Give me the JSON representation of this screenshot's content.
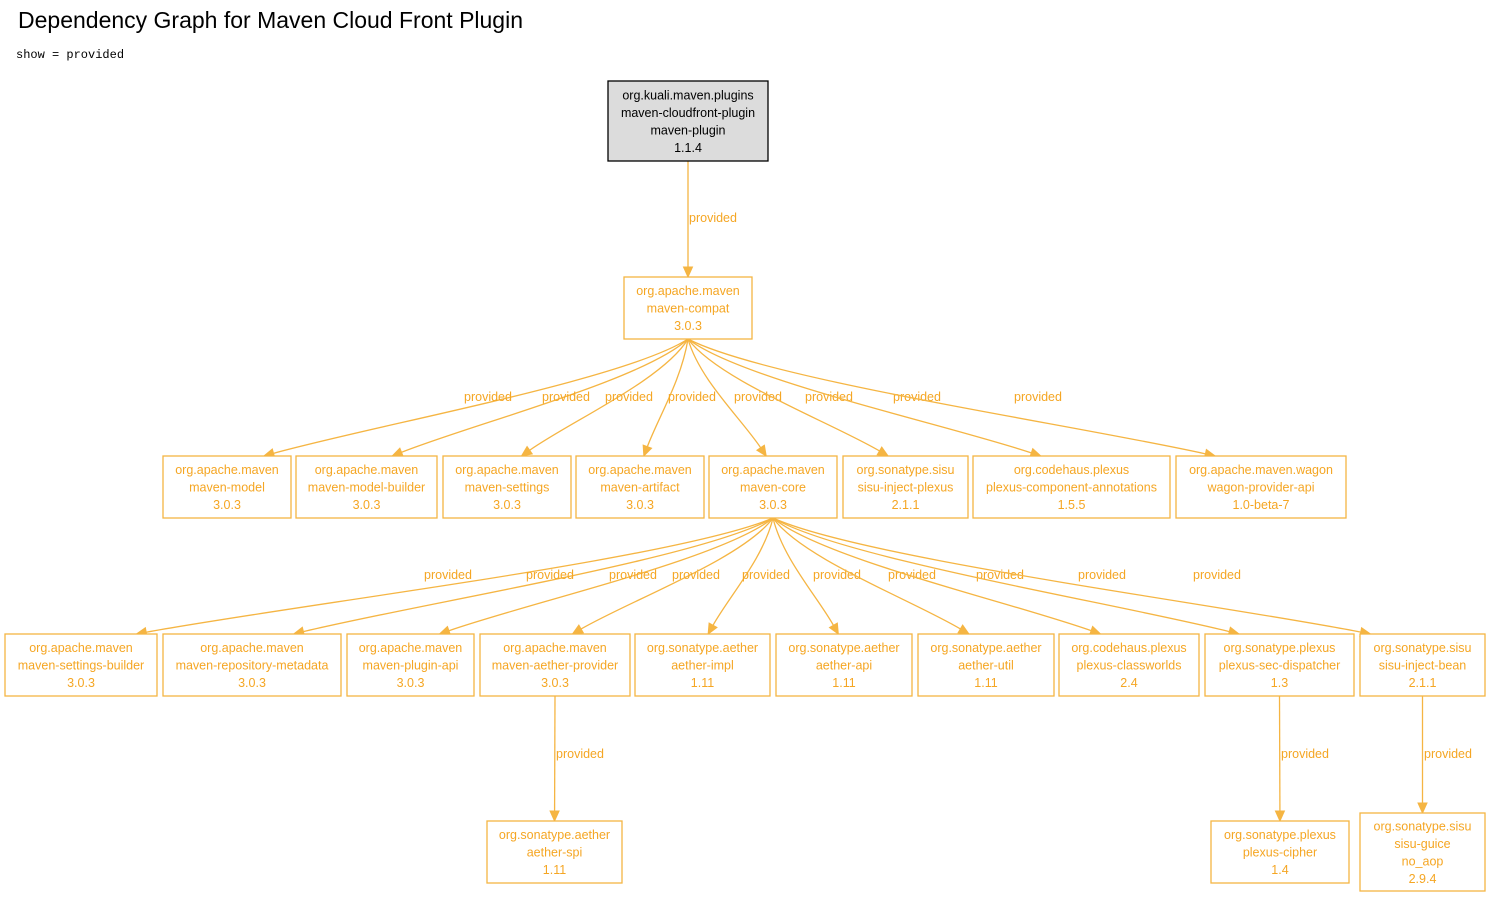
{
  "title": "Dependency Graph for Maven Cloud Front Plugin",
  "subtitle": "show = provided",
  "colors": {
    "edge": "#f5b543",
    "node_text": "#f5a623",
    "root_fill": "#dcdcdc",
    "root_stroke": "#000000"
  },
  "nodes": [
    {
      "id": "root",
      "root": true,
      "lines": [
        "org.kuali.maven.plugins",
        "maven-cloudfront-plugin",
        "maven-plugin",
        "1.1.4"
      ]
    },
    {
      "id": "compat",
      "lines": [
        "org.apache.maven",
        "maven-compat",
        "3.0.3"
      ]
    },
    {
      "id": "model",
      "lines": [
        "org.apache.maven",
        "maven-model",
        "3.0.3"
      ]
    },
    {
      "id": "modelbuilder",
      "lines": [
        "org.apache.maven",
        "maven-model-builder",
        "3.0.3"
      ]
    },
    {
      "id": "settings",
      "lines": [
        "org.apache.maven",
        "maven-settings",
        "3.0.3"
      ]
    },
    {
      "id": "artifact",
      "lines": [
        "org.apache.maven",
        "maven-artifact",
        "3.0.3"
      ]
    },
    {
      "id": "core",
      "lines": [
        "org.apache.maven",
        "maven-core",
        "3.0.3"
      ]
    },
    {
      "id": "sisuplexus",
      "lines": [
        "org.sonatype.sisu",
        "sisu-inject-plexus",
        "2.1.1"
      ]
    },
    {
      "id": "compann",
      "lines": [
        "org.codehaus.plexus",
        "plexus-component-annotations",
        "1.5.5"
      ]
    },
    {
      "id": "wagon",
      "lines": [
        "org.apache.maven.wagon",
        "wagon-provider-api",
        "1.0-beta-7"
      ]
    },
    {
      "id": "settingsbuilder",
      "lines": [
        "org.apache.maven",
        "maven-settings-builder",
        "3.0.3"
      ]
    },
    {
      "id": "repometa",
      "lines": [
        "org.apache.maven",
        "maven-repository-metadata",
        "3.0.3"
      ]
    },
    {
      "id": "pluginapi",
      "lines": [
        "org.apache.maven",
        "maven-plugin-api",
        "3.0.3"
      ]
    },
    {
      "id": "aetherprov",
      "lines": [
        "org.apache.maven",
        "maven-aether-provider",
        "3.0.3"
      ]
    },
    {
      "id": "aetherimpl",
      "lines": [
        "org.sonatype.aether",
        "aether-impl",
        "1.11"
      ]
    },
    {
      "id": "aetherapi",
      "lines": [
        "org.sonatype.aether",
        "aether-api",
        "1.11"
      ]
    },
    {
      "id": "aetherutil",
      "lines": [
        "org.sonatype.aether",
        "aether-util",
        "1.11"
      ]
    },
    {
      "id": "classworlds",
      "lines": [
        "org.codehaus.plexus",
        "plexus-classworlds",
        "2.4"
      ]
    },
    {
      "id": "secdisp",
      "lines": [
        "org.sonatype.plexus",
        "plexus-sec-dispatcher",
        "1.3"
      ]
    },
    {
      "id": "sisubean",
      "lines": [
        "org.sonatype.sisu",
        "sisu-inject-bean",
        "2.1.1"
      ]
    },
    {
      "id": "aetherspi",
      "lines": [
        "org.sonatype.aether",
        "aether-spi",
        "1.11"
      ]
    },
    {
      "id": "cipher",
      "lines": [
        "org.sonatype.plexus",
        "plexus-cipher",
        "1.4"
      ]
    },
    {
      "id": "guice",
      "lines": [
        "org.sonatype.sisu",
        "sisu-guice",
        "no_aop",
        "2.9.4"
      ]
    }
  ],
  "edges": [
    {
      "from": "root",
      "to": "compat",
      "label": "provided"
    },
    {
      "from": "compat",
      "to": "model",
      "label": "provided"
    },
    {
      "from": "compat",
      "to": "modelbuilder",
      "label": "provided"
    },
    {
      "from": "compat",
      "to": "settings",
      "label": "provided"
    },
    {
      "from": "compat",
      "to": "artifact",
      "label": "provided"
    },
    {
      "from": "compat",
      "to": "core",
      "label": "provided"
    },
    {
      "from": "compat",
      "to": "sisuplexus",
      "label": "provided"
    },
    {
      "from": "compat",
      "to": "compann",
      "label": "provided"
    },
    {
      "from": "compat",
      "to": "wagon",
      "label": "provided"
    },
    {
      "from": "core",
      "to": "settingsbuilder",
      "label": "provided"
    },
    {
      "from": "core",
      "to": "repometa",
      "label": "provided"
    },
    {
      "from": "core",
      "to": "pluginapi",
      "label": "provided"
    },
    {
      "from": "core",
      "to": "aetherprov",
      "label": "provided"
    },
    {
      "from": "core",
      "to": "aetherimpl",
      "label": "provided"
    },
    {
      "from": "core",
      "to": "aetherapi",
      "label": "provided"
    },
    {
      "from": "core",
      "to": "aetherutil",
      "label": "provided"
    },
    {
      "from": "core",
      "to": "classworlds",
      "label": "provided"
    },
    {
      "from": "core",
      "to": "secdisp",
      "label": "provided"
    },
    {
      "from": "core",
      "to": "sisubean",
      "label": "provided"
    },
    {
      "from": "aetherprov",
      "to": "aetherspi",
      "label": "provided"
    },
    {
      "from": "secdisp",
      "to": "cipher",
      "label": "provided"
    },
    {
      "from": "sisubean",
      "to": "guice",
      "label": "provided"
    }
  ]
}
